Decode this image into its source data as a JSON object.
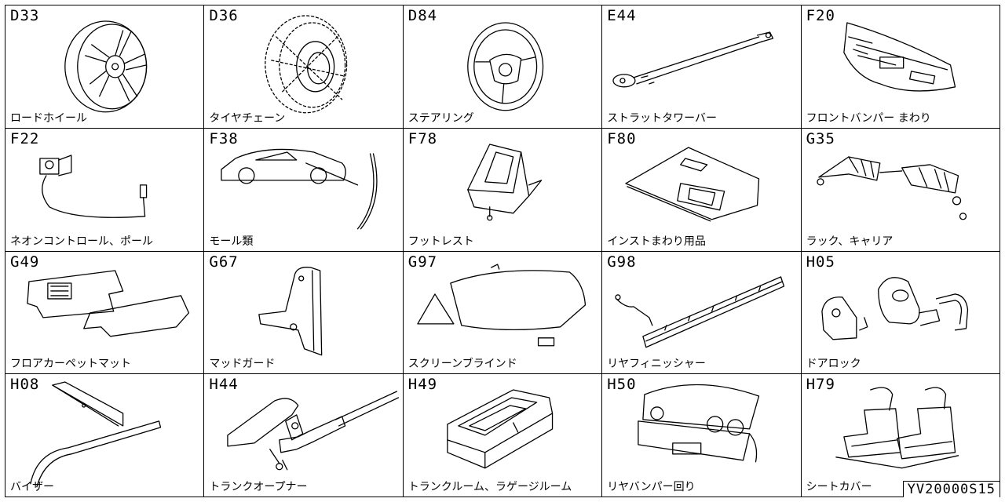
{
  "catalog": {
    "doc_id": "YV20000S15",
    "cells": [
      {
        "code": "D33",
        "label": "ロードホイール",
        "icon": "road-wheel-icon"
      },
      {
        "code": "D36",
        "label": "タイヤチェーン",
        "icon": "tire-chain-icon"
      },
      {
        "code": "D84",
        "label": "ステアリング",
        "icon": "steering-wheel-icon"
      },
      {
        "code": "E44",
        "label": "ストラットタワーバー",
        "icon": "strut-tower-bar-icon"
      },
      {
        "code": "F20",
        "label": "フロントバンパー まわり",
        "icon": "front-bumper-icon"
      },
      {
        "code": "F22",
        "label": "ネオンコントロール、ポール",
        "icon": "neon-control-icon"
      },
      {
        "code": "F38",
        "label": "モール類",
        "icon": "molding-icon"
      },
      {
        "code": "F78",
        "label": "フットレスト",
        "icon": "footrest-icon"
      },
      {
        "code": "F80",
        "label": "インストまわり用品",
        "icon": "instrument-panel-icon"
      },
      {
        "code": "G35",
        "label": "ラック、キャリア",
        "icon": "roof-rack-icon"
      },
      {
        "code": "G49",
        "label": "フロアカーペットマット",
        "icon": "floor-mat-icon"
      },
      {
        "code": "G67",
        "label": "マッドガード",
        "icon": "mud-guard-icon"
      },
      {
        "code": "G97",
        "label": "スクリーンブラインド",
        "icon": "screen-blind-icon"
      },
      {
        "code": "G98",
        "label": "リヤフィニッシャー",
        "icon": "rear-finisher-icon"
      },
      {
        "code": "H05",
        "label": "ドアロック",
        "icon": "door-lock-icon"
      },
      {
        "code": "H08",
        "label": "バイザー",
        "icon": "visor-icon"
      },
      {
        "code": "H44",
        "label": "トランクオープナー",
        "icon": "trunk-opener-icon"
      },
      {
        "code": "H49",
        "label": "トランクルーム、ラゲージルーム",
        "icon": "trunk-room-icon"
      },
      {
        "code": "H50",
        "label": "リヤバンパー回り",
        "icon": "rear-bumper-icon"
      },
      {
        "code": "H79",
        "label": "シートカバー",
        "icon": "seat-cover-icon"
      }
    ]
  }
}
